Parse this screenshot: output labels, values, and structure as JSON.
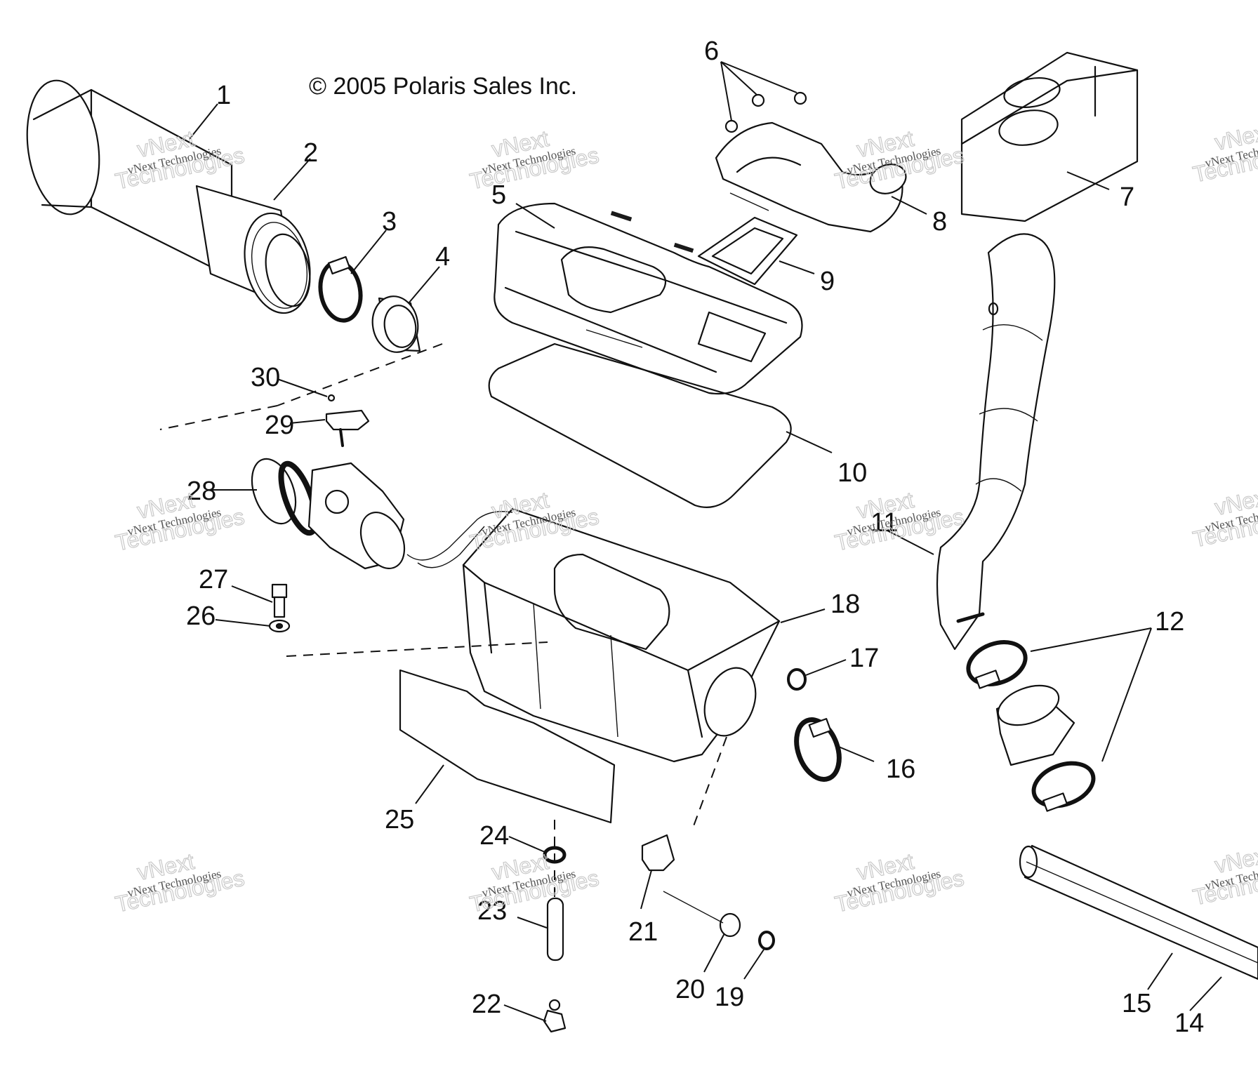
{
  "copyright": "© 2005 Polaris Sales Inc.",
  "watermark": {
    "brand_line": "vNext",
    "main_line": "Technologies",
    "sub_line": "vNext Technologies"
  },
  "callouts": [
    "1",
    "2",
    "3",
    "4",
    "5",
    "6",
    "7",
    "8",
    "9",
    "10",
    "11",
    "12",
    "14",
    "15",
    "16",
    "17",
    "18",
    "19",
    "20",
    "21",
    "22",
    "23",
    "24",
    "25",
    "26",
    "27",
    "28",
    "29",
    "30"
  ]
}
